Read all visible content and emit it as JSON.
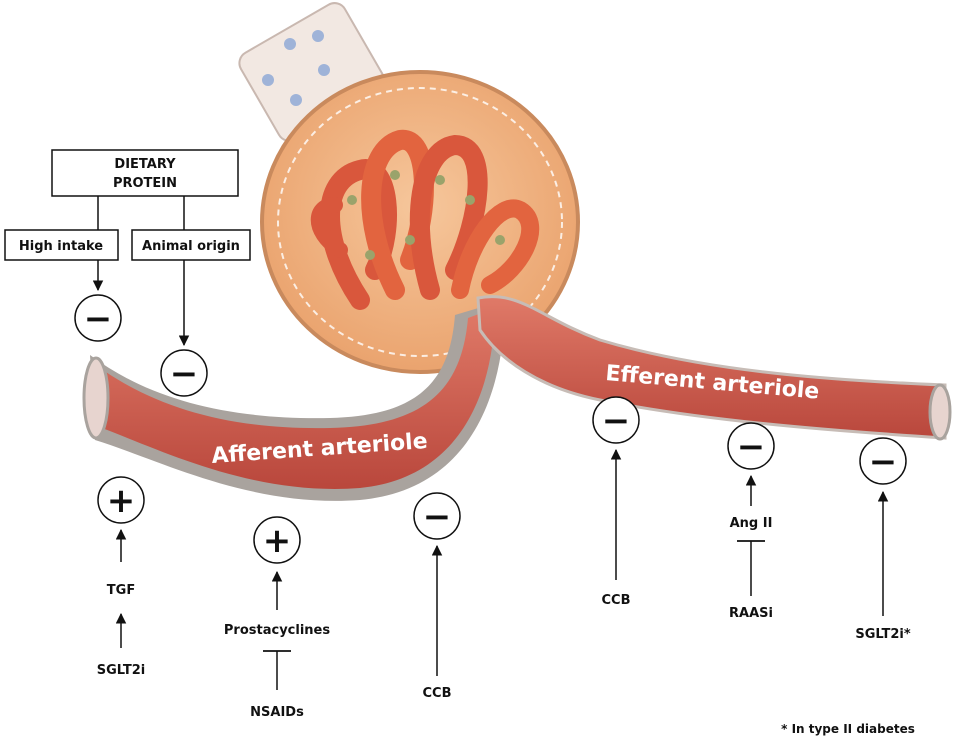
{
  "title_box": {
    "line1": "DIETARY",
    "line2": "PROTEIN"
  },
  "sub_boxes": {
    "left": "High intake",
    "right": "Animal origin"
  },
  "vessels": {
    "afferent": "Afferent arteriole",
    "efferent": "Efferent arteriole"
  },
  "symbols": {
    "high_intake": "−",
    "animal_origin": "−",
    "tgf_effect": "+",
    "prostacyclin_effect": "+",
    "ccb_afferent": "−",
    "ccb_efferent": "−",
    "ang_ii": "−",
    "sglt2i_efferent": "−"
  },
  "labels": {
    "tgf": "TGF",
    "sglt2i": "SGLT2i",
    "prostacyclines": "Prostacyclines",
    "nsaids": "NSAIDs",
    "ccb_afferent": "CCB",
    "ccb_efferent": "CCB",
    "ang_ii": "Ang II",
    "raasi": "RAASi",
    "sglt2i_star": "SGLT2i*"
  },
  "footnote": "* In type II diabetes",
  "colors": {
    "capsule": "#f0b07a",
    "vessel": "#c9564a",
    "vessel_wall": "#a9a39e",
    "tuft": "#d9573c"
  }
}
